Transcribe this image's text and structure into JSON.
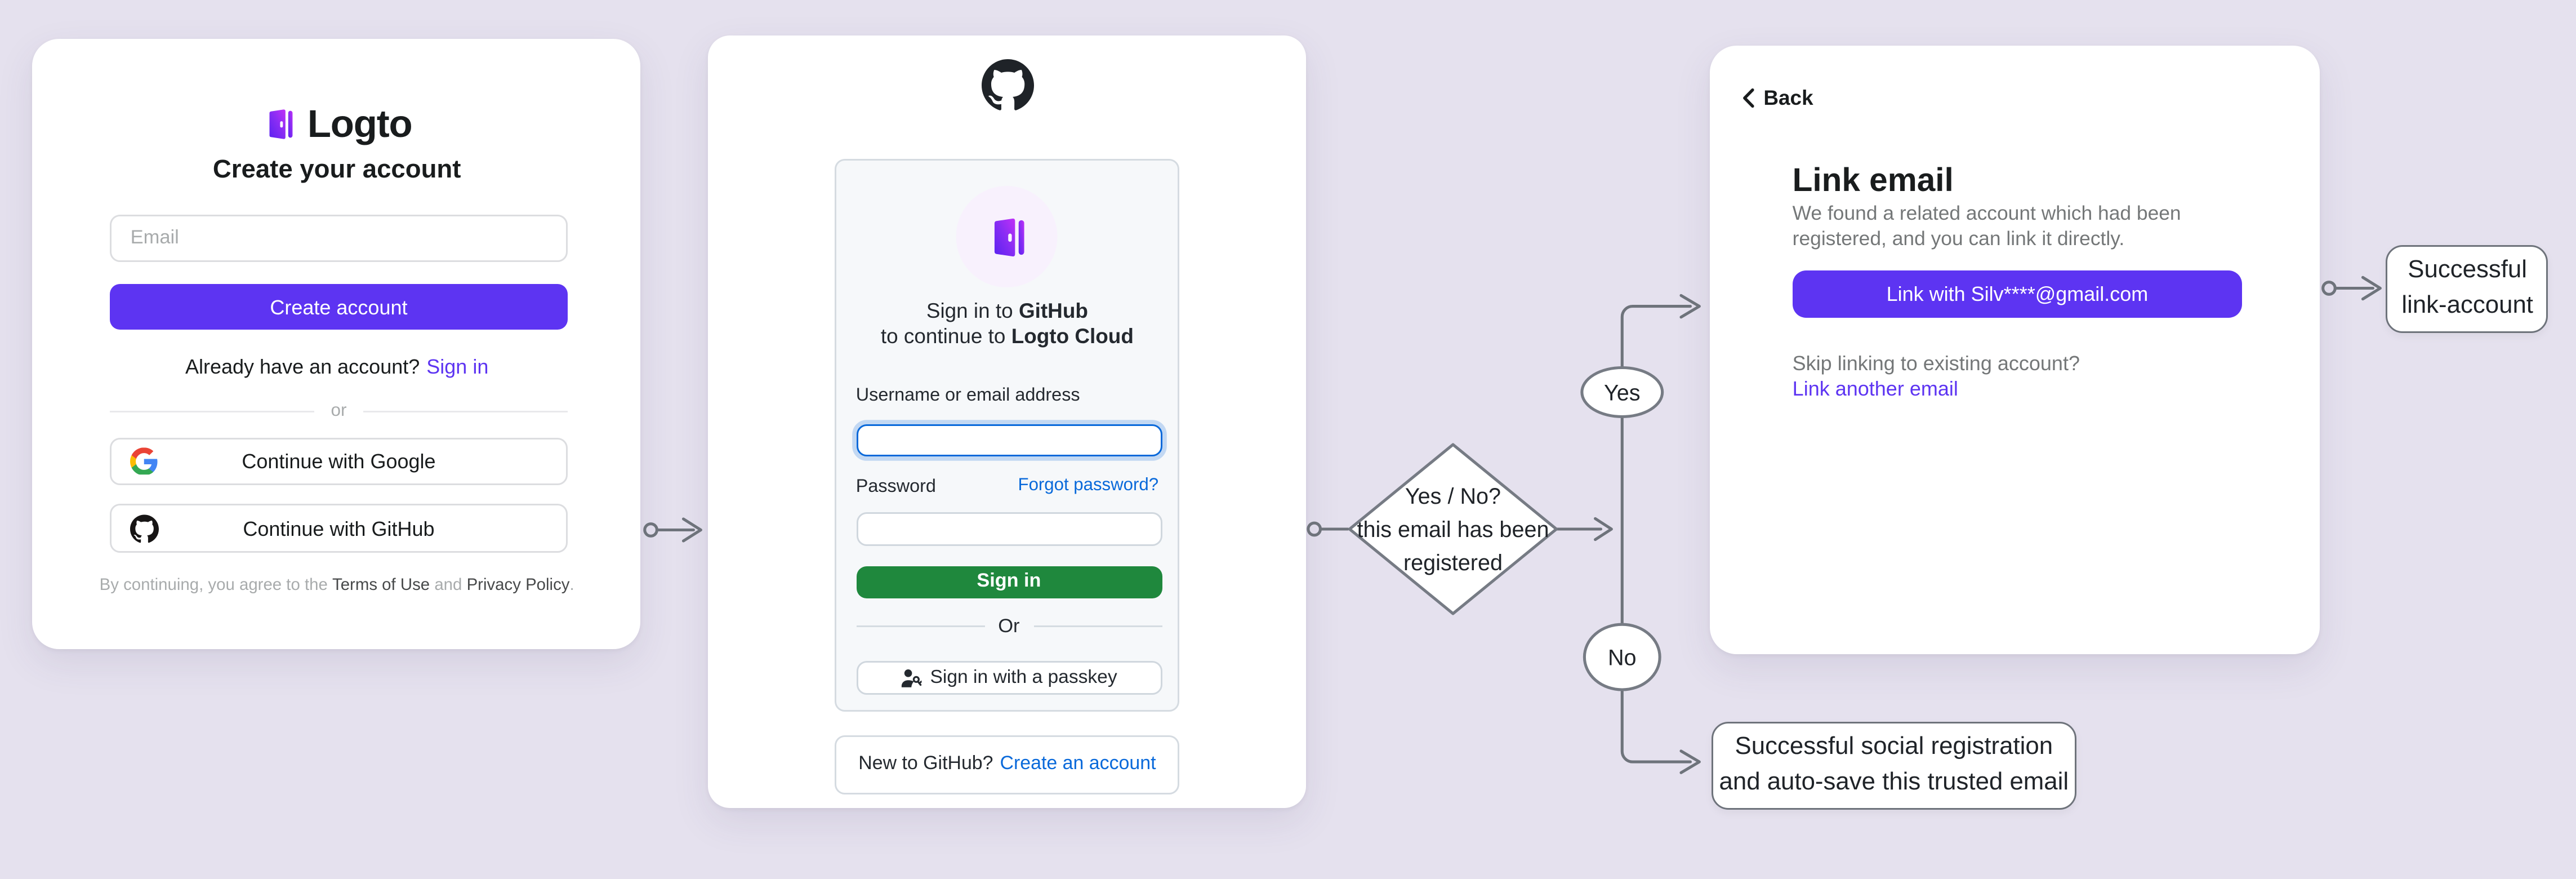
{
  "colors": {
    "logto-purple": "#5d34f2",
    "github-green": "#1f883d",
    "github-blue": "#0969da",
    "github-dark": "#24292f",
    "flow-line": "#6e737b",
    "page-bg": "#e5e1ee",
    "text-muted": "#747778"
  },
  "icons": {
    "logto_logo": "logto-door-icon",
    "github_logo": "github-octocat-icon",
    "google": "google-g-icon",
    "passkey": "passkey-person-key-icon",
    "back": "chevron-left-icon",
    "connector_start": "open-circle",
    "connector_end": "chevron-arrowhead"
  },
  "logto_card": {
    "brand": "Logto",
    "title": "Create your account",
    "email_placeholder": "Email",
    "create_button": "Create account",
    "signin_prompt": "Already have an account?",
    "signin_link": "Sign in",
    "divider": "or",
    "google_button": "Continue with Google",
    "github_button": "Continue with GitHub",
    "terms_prefix": "By continuing, you agree to the ",
    "terms_link": "Terms of Use",
    "terms_and": " and ",
    "privacy_link": "Privacy Policy",
    "terms_suffix": "."
  },
  "github_card": {
    "heading_line1_prefix": "Sign in to ",
    "heading_line1_bold": "GitHub",
    "heading_line2_prefix": "to continue to ",
    "heading_line2_bold": "Logto Cloud",
    "username_label": "Username or email address",
    "password_label": "Password",
    "forgot_link": "Forgot password?",
    "username_value": "",
    "password_value": "",
    "signin_button": "Sign in",
    "divider": "Or",
    "passkey_button": "Sign in with a passkey",
    "footer_prompt": "New to GitHub?",
    "footer_link": "Create an account"
  },
  "link_card": {
    "back": "Back",
    "title": "Link email",
    "description": "We found a related account which had been registered, and you can link it directly.",
    "link_button": "Link with Silv****@gmail.com",
    "skip_prompt": "Skip linking to existing account?",
    "skip_link": "Link another email"
  },
  "flow": {
    "decision": {
      "line1": "Yes / No?",
      "line2": "this email has been",
      "line3": "registered"
    },
    "yes_label": "Yes",
    "no_label": "No",
    "success_link": {
      "line1": "Successful",
      "line2": "link-account"
    },
    "success_social": {
      "line1": "Successful social registration",
      "line2": "and auto-save this trusted email"
    }
  }
}
